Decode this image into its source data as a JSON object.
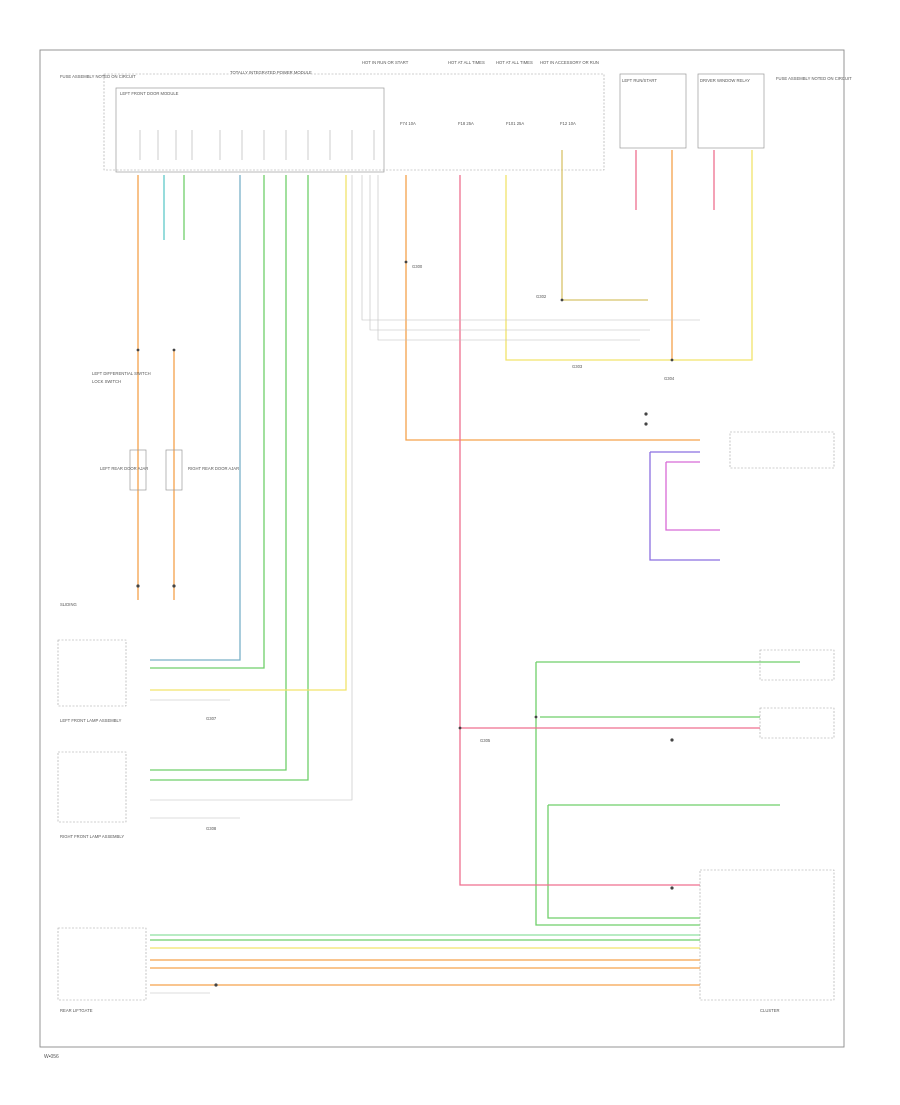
{
  "diagram": {
    "page_tag": "W•056",
    "fig_label": "SLIDING",
    "fuse_box_label": "TOTALLY INTEGRATED POWER MODULE",
    "fuse_hot_labels": [
      "HOT IN RUN OR START",
      "HOT AT ALL TIMES",
      "HOT AT ALL TIMES",
      "HOT IN ACCESSORY OR RUN"
    ],
    "fuses": [
      "F74 10A",
      "F18 25A",
      "F101 25A",
      "F12 10A"
    ],
    "door_module_label": "LEFT FRONT DOOR MODULE",
    "relay_boxes": [
      "LEFT RUN/START",
      "DRIVER WINDOW RELAY"
    ],
    "right_label": "FUSE ASSEMBLY NOTED ON CIRCUIT",
    "front_left_labels": [
      "LEFT DIFFERENTIAL SWITCH",
      "LOCK SWITCH"
    ],
    "lamp_labels": [
      "LEFT REAR DOOR AJAR",
      "RIGHT REAR DOOR AJAR"
    ],
    "connectors": [
      "G300",
      "G302",
      "G303",
      "G304",
      "G305",
      "G307",
      "G308"
    ],
    "bottom_left_label": "REAR LIFTGATE",
    "bottom_right_label": "CLUSTER",
    "left_modules": [
      "LEFT FRONT LAMP ASSEMBLY",
      "RIGHT FRONT LAMP ASSEMBLY"
    ]
  },
  "colors": {
    "orange": "#f5a24c",
    "green": "#6fcf6a",
    "yellow": "#f2e36b",
    "pink": "#ef6f8f",
    "magenta": "#d86ad6",
    "purple": "#8b6fe0",
    "cyan": "#5fc8c8",
    "tan": "#c8b06a"
  }
}
